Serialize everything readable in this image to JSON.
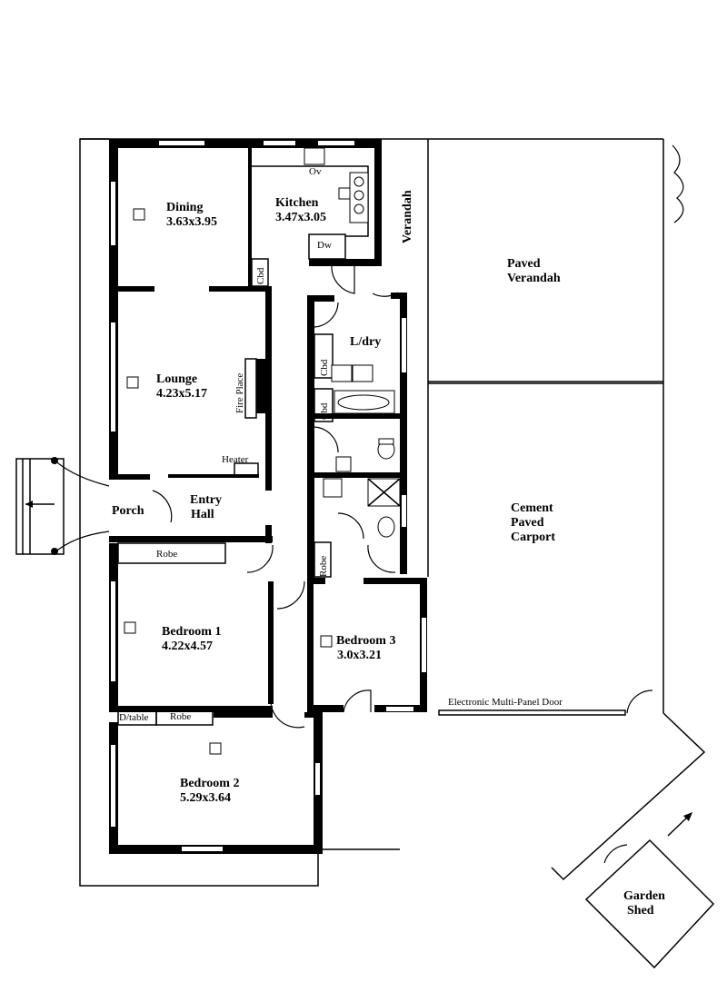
{
  "rooms": {
    "dining": {
      "name": "Dining",
      "size": "3.63x3.95"
    },
    "kitchen": {
      "name": "Kitchen",
      "size": "3.47x3.05"
    },
    "lounge": {
      "name": "Lounge",
      "size": "4.23x5.17"
    },
    "bedroom1": {
      "name": "Bedroom 1",
      "size": "4.22x4.57"
    },
    "bedroom2": {
      "name": "Bedroom 2",
      "size": "5.29x3.64"
    },
    "bedroom3": {
      "name": "Bedroom 3",
      "size": "3.0x3.21"
    },
    "laundry": {
      "name": "L/dry"
    },
    "entry_line1": "Entry",
    "entry_line2": "Hall",
    "porch": "Porch",
    "verandah": "Verandah",
    "paved_verandah_line1": "Paved",
    "paved_verandah_line2": "Verandah",
    "carport_line1": "Cement",
    "carport_line2": "Paved",
    "carport_line3": "Carport",
    "garden_shed_line1": "Garden",
    "garden_shed_line2": "Shed"
  },
  "fixtures": {
    "oven": "Ov",
    "dishwasher": "Dw",
    "cupboard": "Cbd",
    "fireplace": "Fire Place",
    "heater": "Heater",
    "robe": "Robe",
    "dressing_table": "D/table",
    "garage_door": "Electronic Multi-Panel Door"
  }
}
